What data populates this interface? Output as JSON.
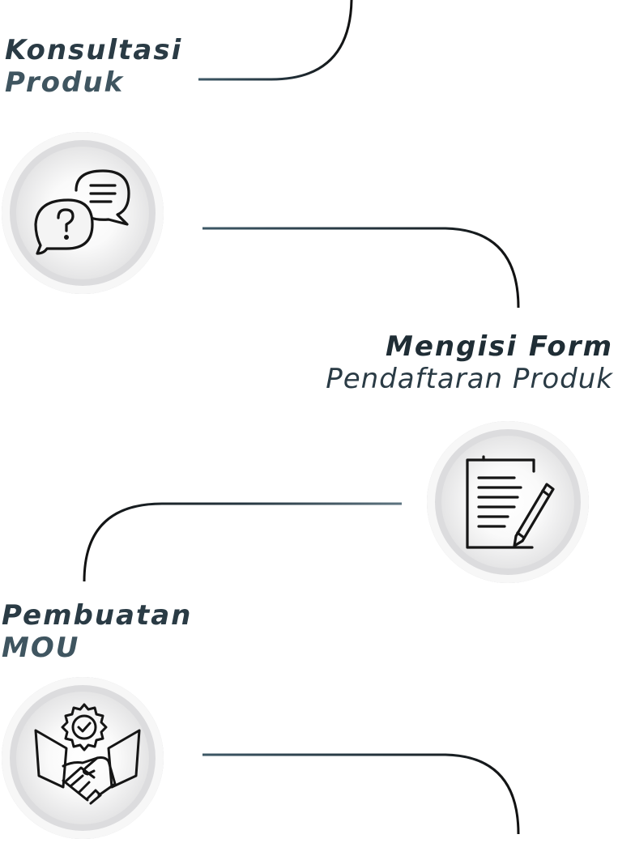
{
  "steps": [
    {
      "title_line1": "Konsultasi",
      "title_line2": "Produk",
      "icon": "chat-question-icon"
    },
    {
      "title_line1": "Mengisi Form",
      "title_line2": "Pendaftaran Produk",
      "icon": "form-pencil-icon"
    },
    {
      "title_line1": "Pembuatan",
      "title_line2": "MOU",
      "icon": "handshake-award-icon"
    }
  ],
  "colors": {
    "heading_dark": "#2a3b45",
    "heading_mid": "#3f5560",
    "line": "#1f2d35",
    "icon_stroke": "#151515"
  }
}
